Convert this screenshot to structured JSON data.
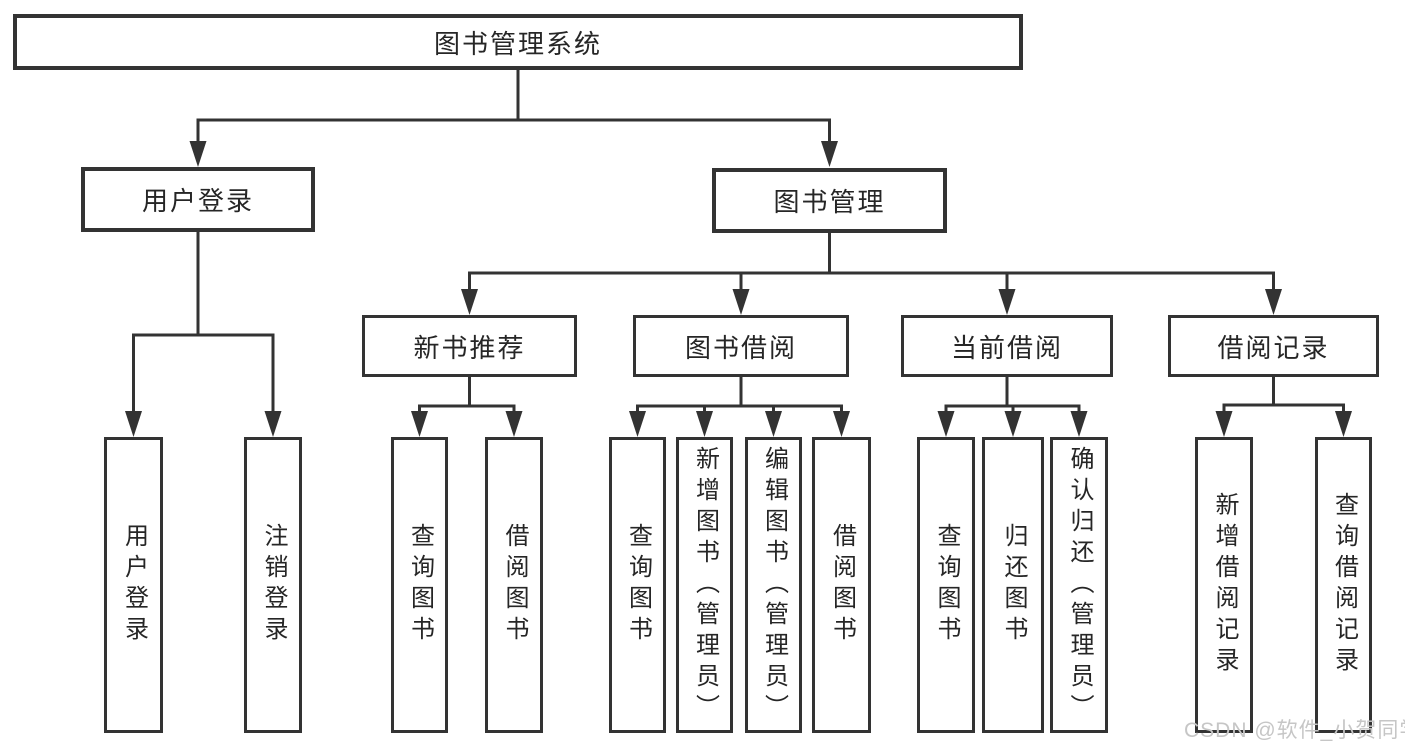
{
  "colors": {
    "line": "#333333",
    "text": "#262626",
    "watermark": "#c6c6c6",
    "background": "#ffffff"
  },
  "diagram": {
    "root": {
      "label": "图书管理系统"
    },
    "branches": {
      "user_login": {
        "label": "用户登录",
        "children": {
          "login": {
            "label": "用户登录"
          },
          "logout": {
            "label": "注销登录"
          }
        }
      },
      "book_mgmt": {
        "label": "图书管理",
        "children": {
          "new_book_rec": {
            "label": "新书推荐",
            "children": {
              "query_books": {
                "label": "查询图书"
              },
              "borrow_books": {
                "label": "借阅图书"
              }
            }
          },
          "book_borrow": {
            "label": "图书借阅",
            "children": {
              "query_books": {
                "label": "查询图书"
              },
              "add_books": {
                "label": "新增图书（管理员）"
              },
              "edit_books": {
                "label": "编辑图书（管理员）"
              },
              "borrow_books": {
                "label": "借阅图书"
              }
            }
          },
          "current_borrow": {
            "label": "当前借阅",
            "children": {
              "query_books": {
                "label": "查询图书"
              },
              "return_books": {
                "label": "归还图书"
              },
              "confirm_return": {
                "label": "确认归还（管理员）"
              }
            }
          },
          "borrow_records": {
            "label": "借阅记录",
            "children": {
              "add_record": {
                "label": "新增借阅记录"
              },
              "query_record": {
                "label": "查询借阅记录"
              }
            }
          }
        }
      }
    }
  },
  "watermark": {
    "text": "CSDN @软件_小贺同学"
  }
}
